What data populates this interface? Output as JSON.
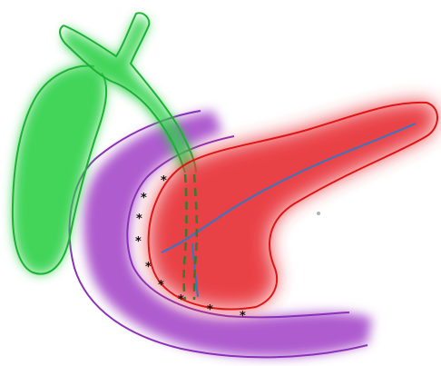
{
  "colors": {
    "gallbladder_fill": "#2fd14a",
    "gallbladder_edge": "#1bb233",
    "duodenum_fill": "#a13fc6",
    "duodenum_edge": "#8c2fb8",
    "pancreas_fill": "#e8383c",
    "pancreas_edge": "#e01414",
    "pancreatic_duct": "#2f78c8",
    "bile_duct_dashed": "#3a7a2a",
    "marker": "#111111"
  },
  "structures": [
    {
      "name": "gallbladder",
      "color_key": "gallbladder_fill"
    },
    {
      "name": "biliary-ducts",
      "color_key": "gallbladder_fill"
    },
    {
      "name": "duodenum",
      "color_key": "duodenum_fill"
    },
    {
      "name": "pancreas",
      "color_key": "pancreas_fill"
    },
    {
      "name": "pancreatic-duct",
      "color_key": "pancreatic_duct"
    },
    {
      "name": "intrapancreatic-bile-duct",
      "color_key": "bile_duct_dashed"
    }
  ],
  "markers": {
    "symbol": "*",
    "count": 9
  }
}
